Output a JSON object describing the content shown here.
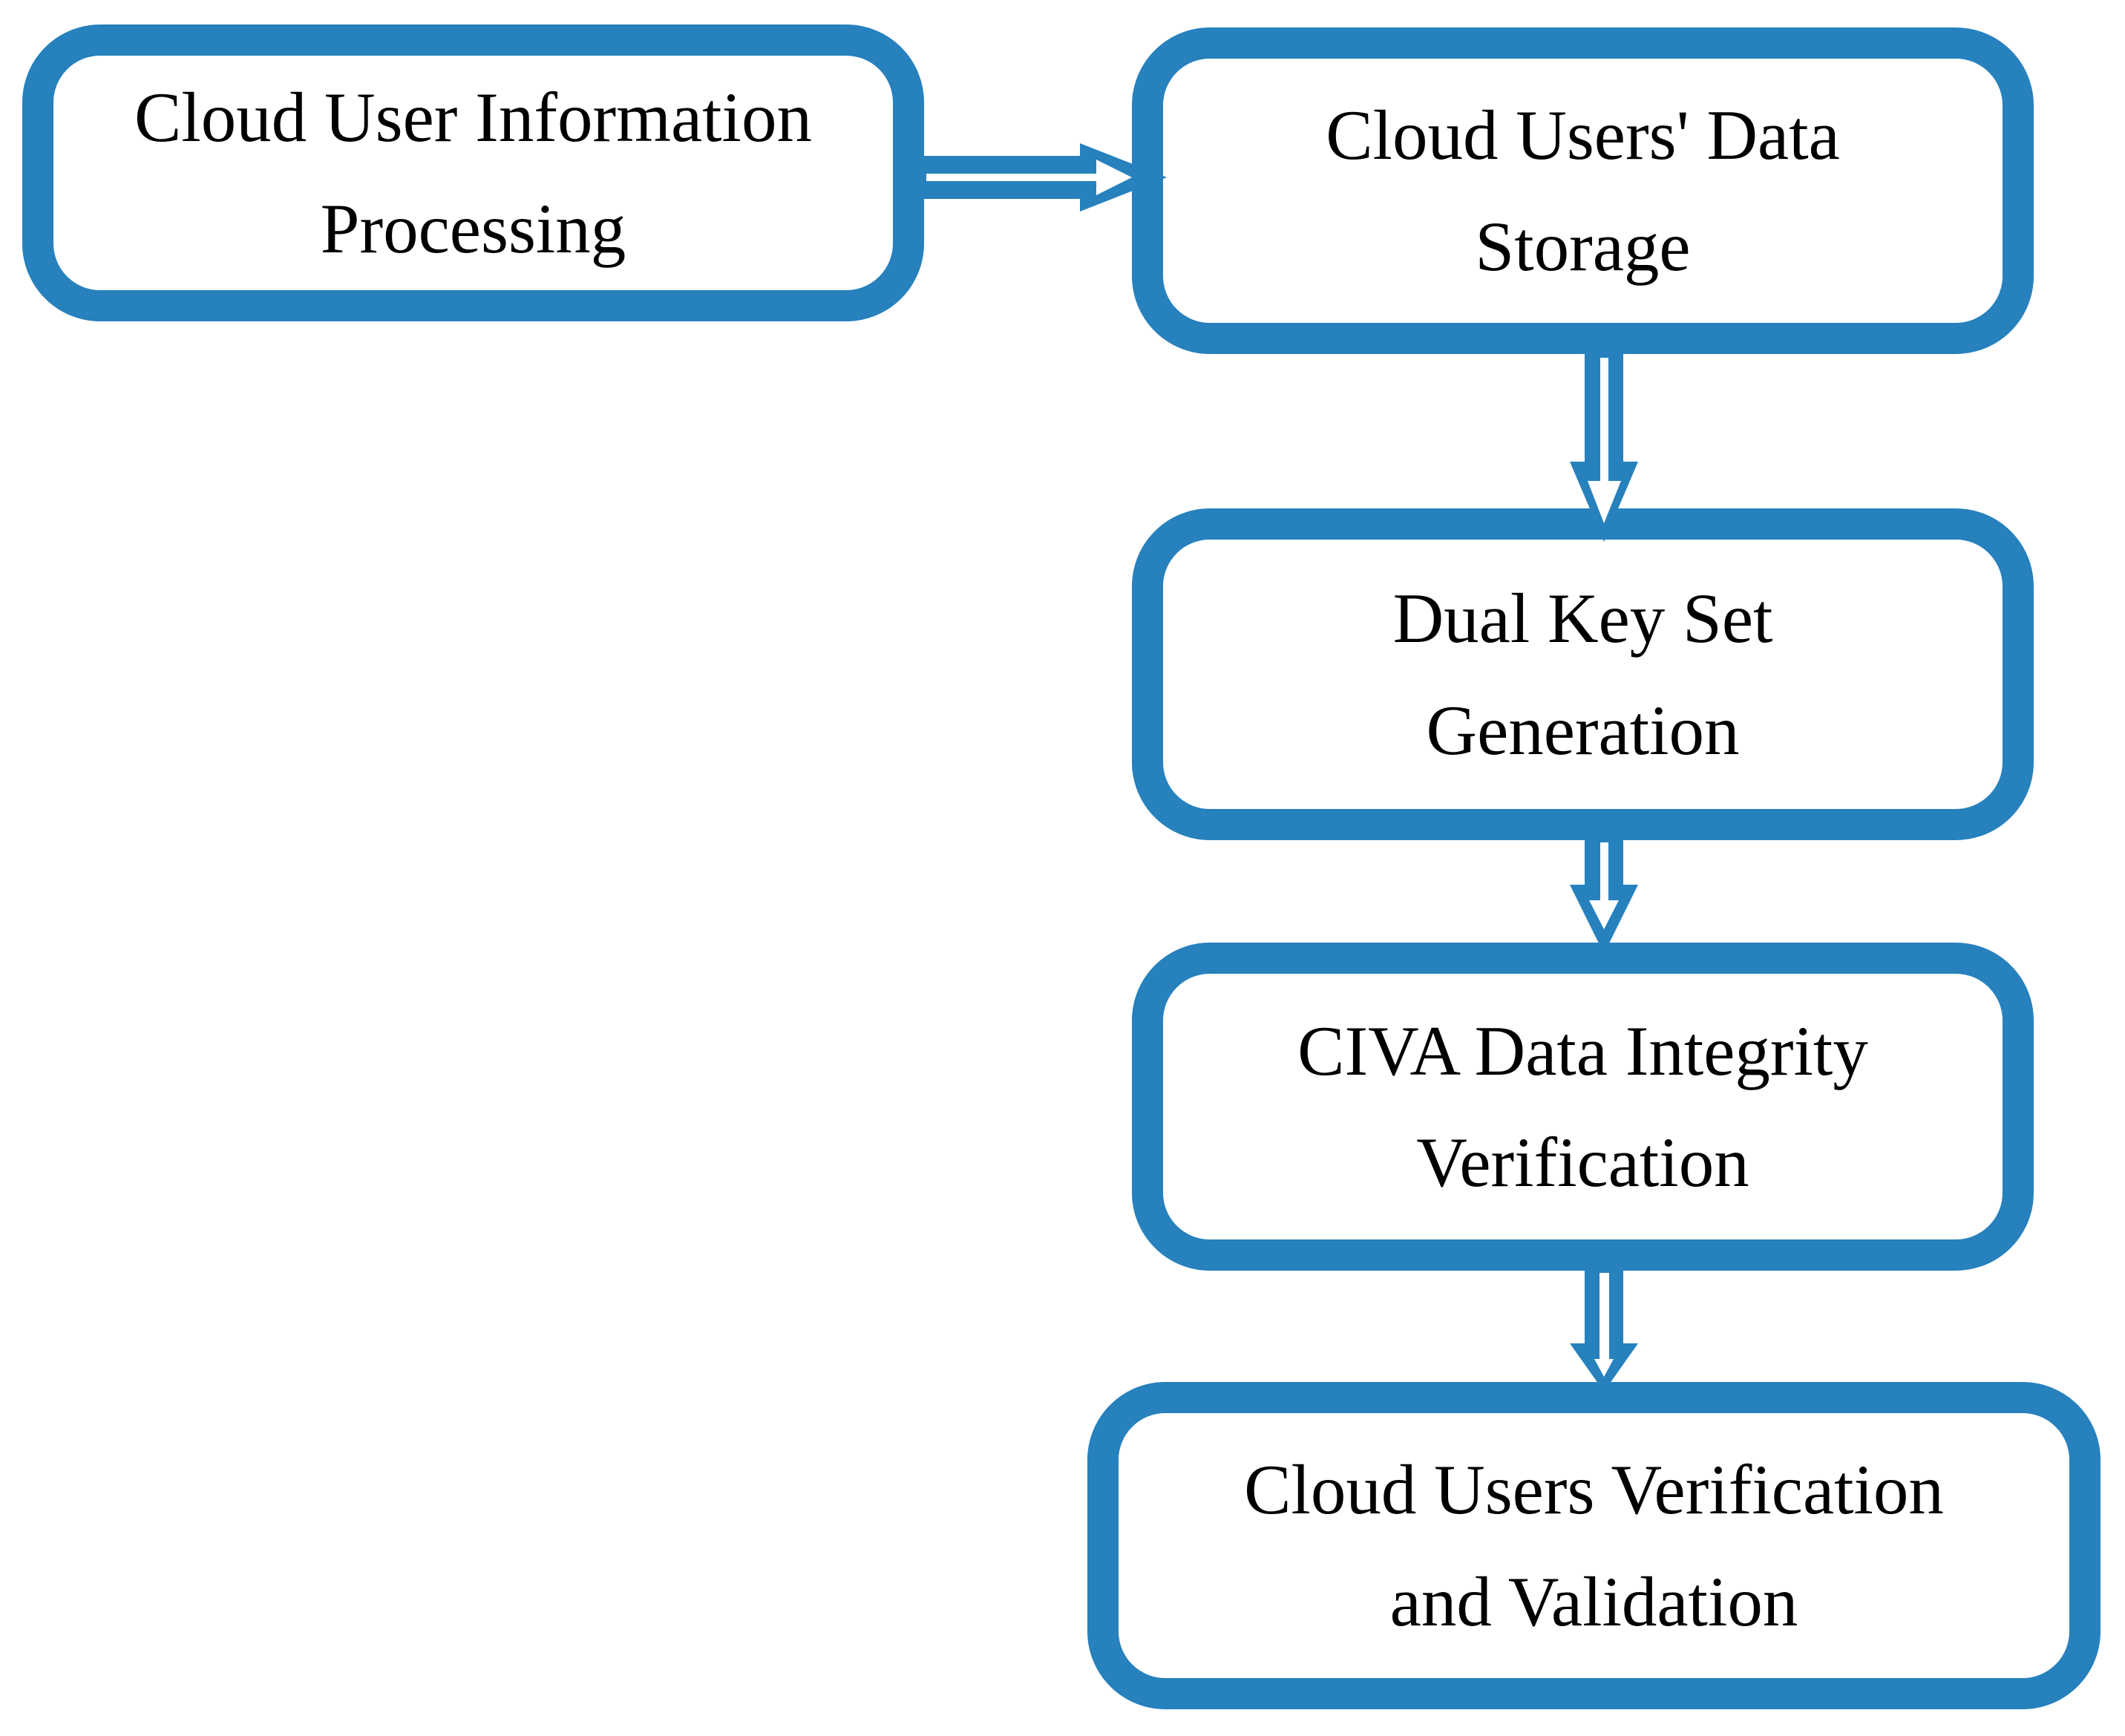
{
  "diagram": {
    "type": "flowchart",
    "colors": {
      "accent": "#2681BD",
      "node_fill": "#FFFFFF",
      "text": "#000000",
      "background": "#FFFFFF"
    },
    "nodes": [
      {
        "id": "cloud-user-information-processing",
        "label": "Cloud User Information Processing",
        "lines": [
          "Cloud User Information",
          "Processing"
        ]
      },
      {
        "id": "cloud-users-data-storage",
        "label": "Cloud Users' Data Storage",
        "lines": [
          "Cloud Users' Data",
          "Storage"
        ]
      },
      {
        "id": "dual-key-set-generation",
        "label": "Dual Key Set Generation",
        "lines": [
          "Dual Key Set",
          "Generation"
        ]
      },
      {
        "id": "civa-data-integrity-verification",
        "label": "CIVA Data Integrity Verification",
        "lines": [
          "CIVA Data Integrity",
          "Verification"
        ]
      },
      {
        "id": "cloud-users-verification-and-validation",
        "label": "Cloud Users Verification and Validation",
        "lines": [
          "Cloud Users Verification",
          "and Validation"
        ]
      }
    ],
    "connections": [
      {
        "from": "Cloud User Information Processing",
        "to": "Cloud Users' Data Storage",
        "direction": "right",
        "style": "double-line-arrow"
      },
      {
        "from": "Cloud Users' Data Storage",
        "to": "Dual Key Set Generation",
        "direction": "down",
        "style": "double-line-arrow"
      },
      {
        "from": "Dual Key Set Generation",
        "to": "CIVA Data Integrity Verification",
        "direction": "down",
        "style": "double-line-arrow"
      },
      {
        "from": "CIVA Data Integrity Verification",
        "to": "Cloud Users Verification and Validation",
        "direction": "down",
        "style": "double-line-arrow"
      }
    ]
  }
}
